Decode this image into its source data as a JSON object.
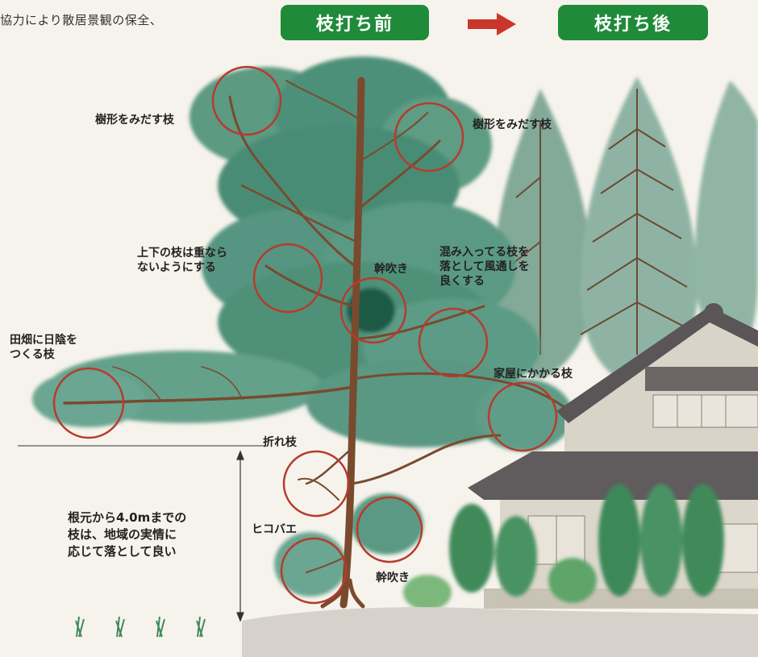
{
  "header": {
    "intro_text": "協力により散居景観の保全、",
    "before_label": "枝打ち前",
    "after_label": "枝打ち後",
    "pill_color": "#1f8b3a",
    "arrow_color": "#c9362b"
  },
  "annotations": {
    "crown_left": "樹形をみだす枝",
    "crown_right": "樹形をみだす枝",
    "overlap": "上下の枝は重なら\nないようにする",
    "trunk_sprout_upper": "幹吹き",
    "crowded": "混み入ってる枝を\n落として風通しを\n良くする",
    "field_shade": "田畑に日陰を\nつくる枝",
    "house_branch": "家屋にかかる枝",
    "broken": "折れ枝",
    "hikobae": "ヒコバエ",
    "trunk_sprout_lower": "幹吹き",
    "height_note": "根元から4.0mまでの\n枝は、地域の実情に\n応じて落として良い"
  },
  "colors": {
    "circle": "#b83a2e",
    "foliage": "#4f8f78",
    "trunk": "#7a4a2e"
  }
}
